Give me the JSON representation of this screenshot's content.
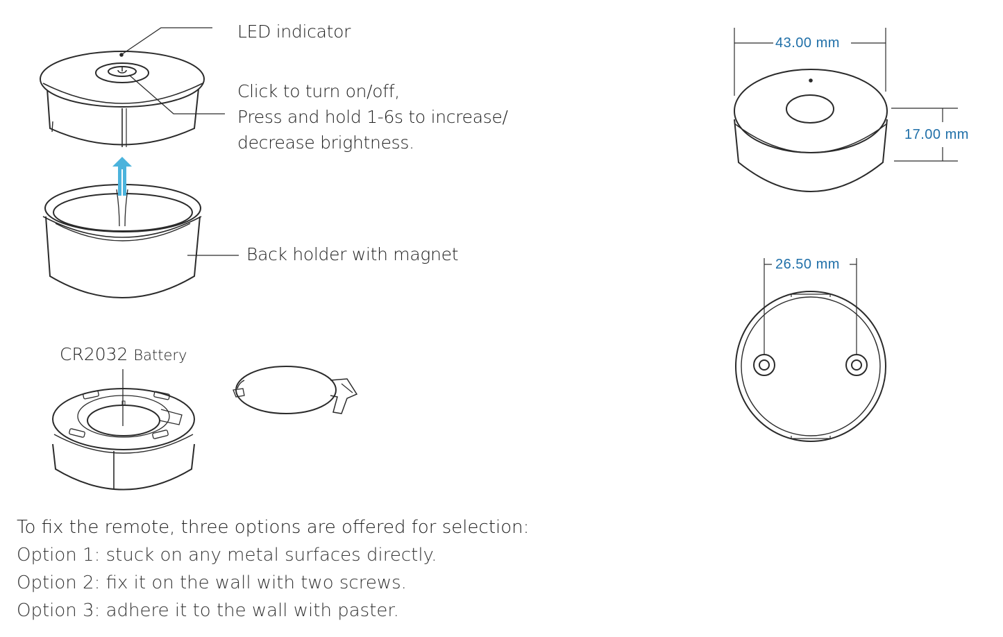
{
  "callouts": {
    "led": "LED indicator",
    "button_line1": "Click to turn on/off,",
    "button_line2": "Press and hold 1-6s to increase/",
    "button_line3": "decrease brightness.",
    "holder": "Back holder with magnet",
    "battery_model": "CR2032",
    "battery_word": "Battery"
  },
  "dimensions": {
    "diameter": "43.00 mm",
    "height": "17.00 mm",
    "screw_spacing": "26.50 mm"
  },
  "mounting": {
    "heading": "To fix the remote, three options are offered for selection:",
    "options": [
      "Option 1: stuck on any metal surfaces directly.",
      "Option 2: fix it on the wall with two screws.",
      "Option 3: adhere it to the wall with paster."
    ]
  },
  "colors": {
    "dimension": "#1f6fa8",
    "arrow": "#4bb3dc",
    "line": "#2a2a2a"
  }
}
